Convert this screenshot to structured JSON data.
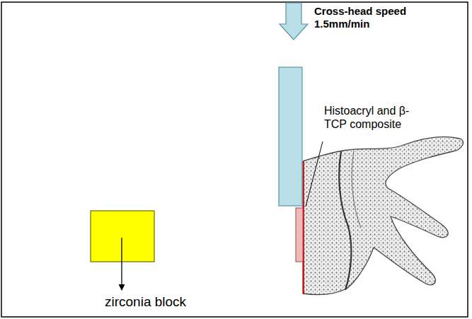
{
  "diagram": {
    "labels": [
      "Cross-head speed 1.5mm/min",
      "Histoacryl and β-TCP composite",
      "zirconia block"
    ]
  }
}
